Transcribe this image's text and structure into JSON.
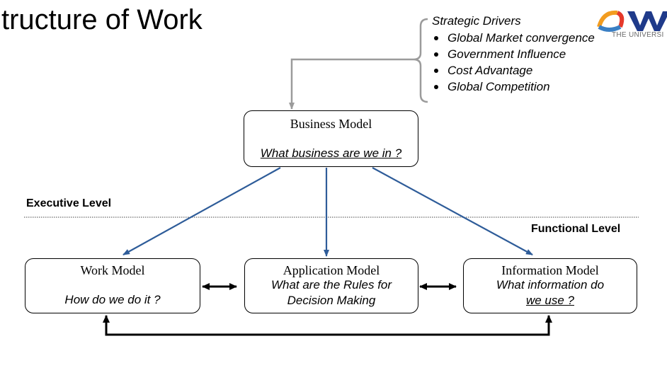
{
  "title": "tructure of Work",
  "logo": {
    "text": "THE UNIVERSI",
    "colors": [
      "#f29c1f",
      "#e5392b",
      "#3a7fc4",
      "#1f3a8a"
    ]
  },
  "strategic_drivers": {
    "header": "Strategic Drivers",
    "items": [
      "Global Market convergence",
      "Government Influence",
      "Cost Advantage",
      "Global Competition"
    ]
  },
  "business_model": {
    "name": "Business Model",
    "question": "What business are we in ?"
  },
  "levels": {
    "executive": "Executive Level",
    "functional": "Functional Level"
  },
  "work_model": {
    "name": "Work Model",
    "question": "How do we do it ?"
  },
  "application_model": {
    "name": "Application Model",
    "question_line1": "What are the Rules for",
    "question_line2": "Decision Making"
  },
  "information_model": {
    "name": "Information Model",
    "question_line1": "What information do",
    "question_line2": "we use ?"
  },
  "colors": {
    "arrow_blue": "#2e5c99",
    "bracket_gray": "#9b9b9b",
    "text": "#000000"
  }
}
